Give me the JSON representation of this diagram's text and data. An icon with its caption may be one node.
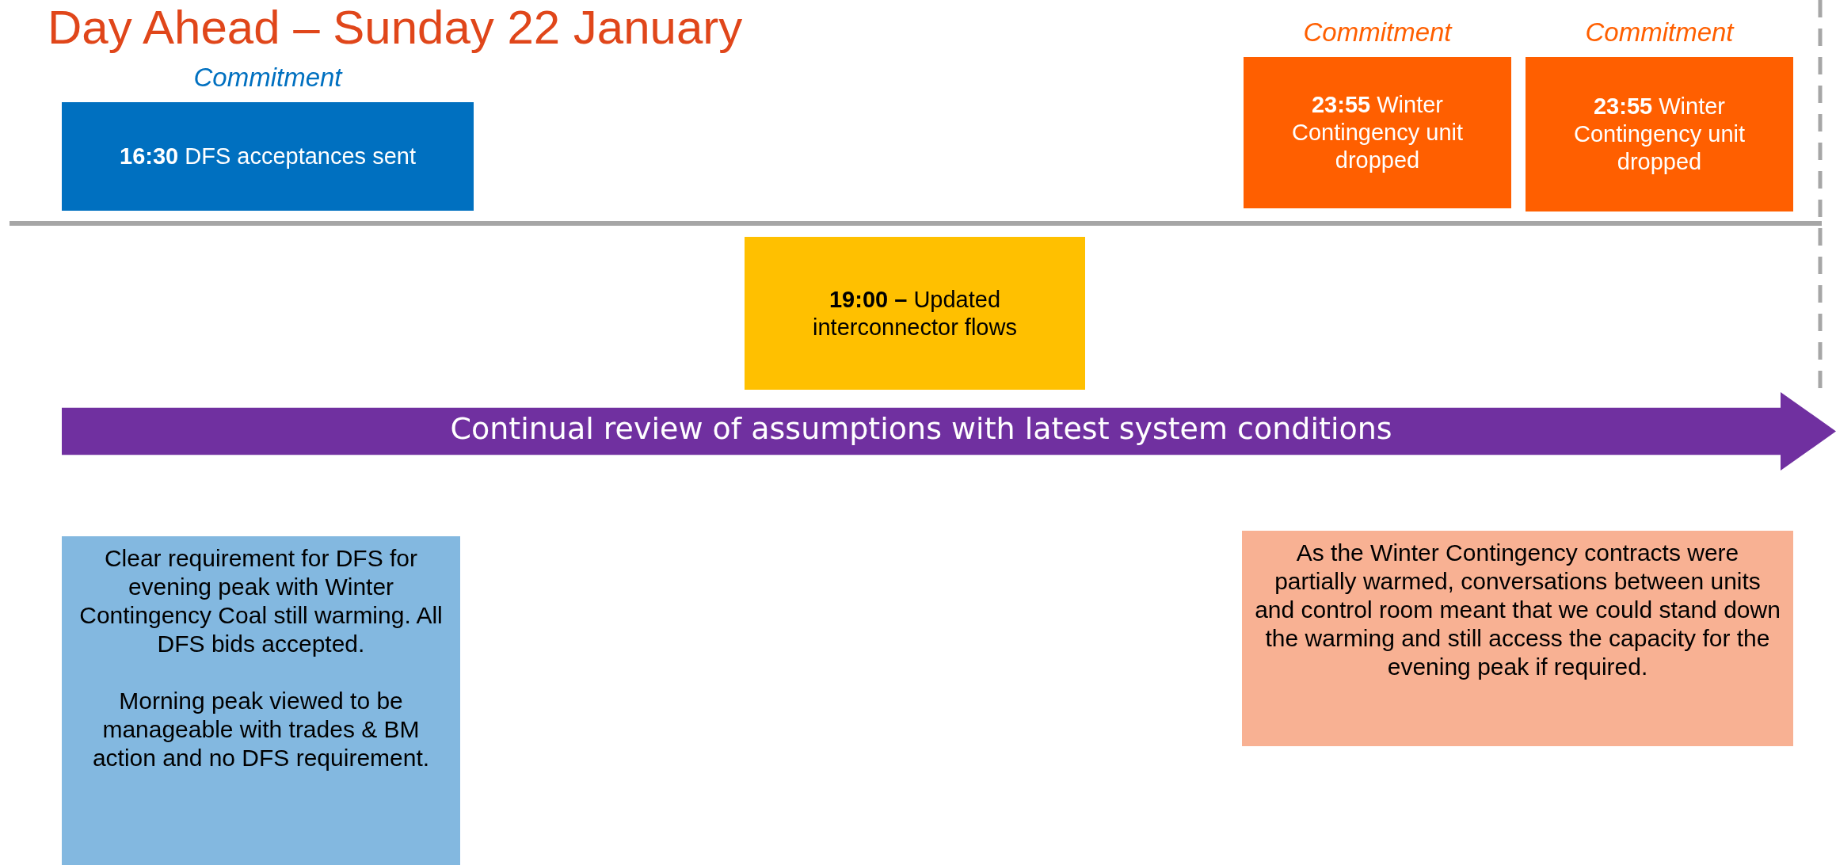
{
  "diagram": {
    "title": "Day Ahead – Sunday 22 January",
    "nodes": [
      {
        "text": [
          "Commitment",
          "**16:30** DFS acceptances sent"
        ]
      },
      {
        "text": [
          "**19:00 –** Updated interconnector flows"
        ]
      },
      {
        "text": [
          "Commitment",
          "**23:55** Winter Contingency unit dropped"
        ]
      },
      {
        "text": [
          "Commitment",
          "**23:55** Winter Contingency unit dropped"
        ]
      },
      {
        "text": [
          "Continual review of assumptions with latest system conditions"
        ]
      },
      {
        "text": [
          "Clear requirement for DFS for evening peak with Winter Contingency Coal still warming. All DFS bids accepted.",
          "Morning peak viewed to be manageable with trades & BM action and no DFS requirement."
        ]
      },
      {
        "text": [
          "As the Winter Contingency contracts were partially warmed, conversations between units and control room meant that we could stand down the warming and still access the capacity for the evening peak if required."
        ]
      }
    ],
    "edges": []
  }
}
